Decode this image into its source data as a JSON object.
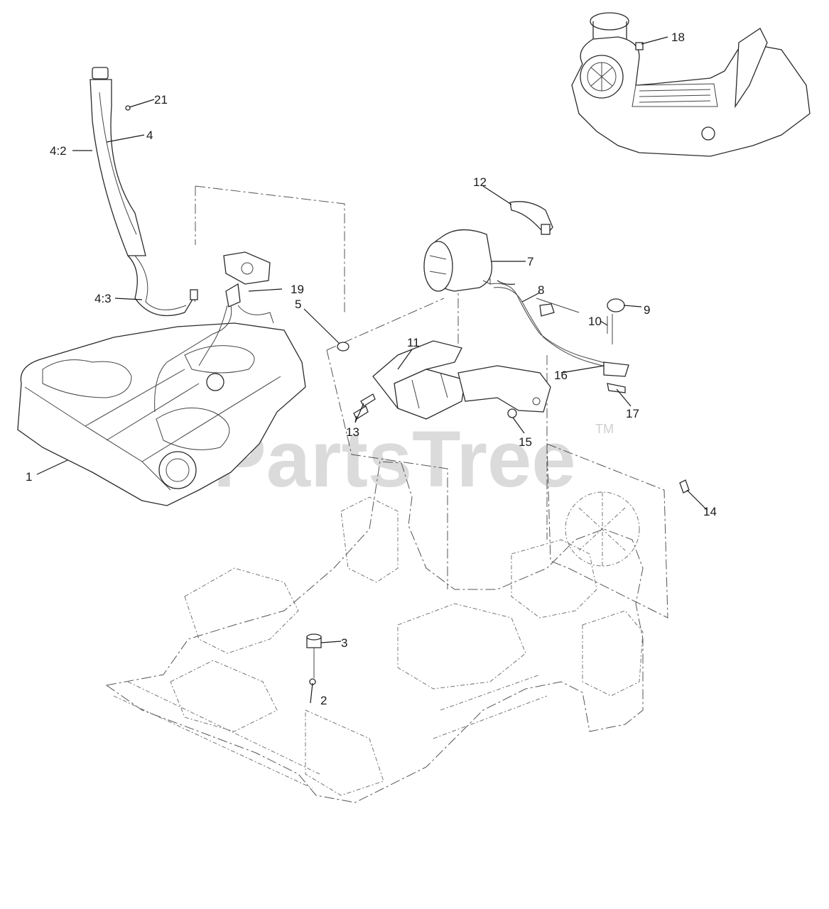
{
  "watermark": {
    "text": "PartsTree",
    "tm": "TM"
  },
  "callouts": {
    "c1": "1",
    "c2": "2",
    "c3": "3",
    "c4": "4",
    "c4_2": "4:2",
    "c4_3": "4:3",
    "c5": "5",
    "c7": "7",
    "c8": "8",
    "c9": "9",
    "c10": "10",
    "c11": "11",
    "c12": "12",
    "c13": "13",
    "c14": "14",
    "c15": "15",
    "c16": "16",
    "c17": "17",
    "c18": "18",
    "c19": "19",
    "c21": "21"
  }
}
